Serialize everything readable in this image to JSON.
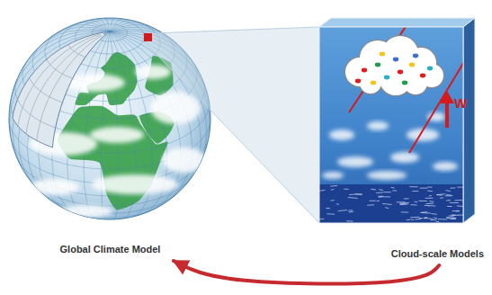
{
  "diagram": {
    "nodes": [
      {
        "text": [
          "Global Climate Model"
        ]
      },
      {
        "text": [
          "Cloud-scale Models"
        ]
      }
    ],
    "edges": [
      {
        "from": 1,
        "to": 0,
        "arrow": "to"
      }
    ],
    "labels": [
      "W"
    ]
  }
}
